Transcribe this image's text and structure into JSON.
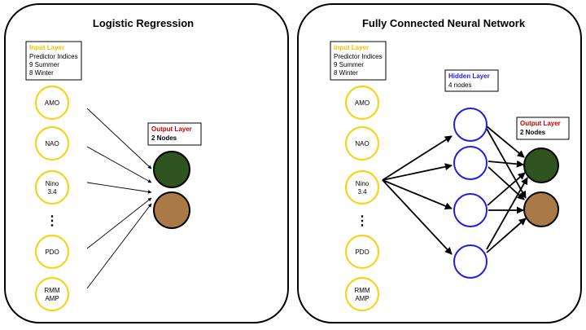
{
  "colors": {
    "input_title": "#f2c200",
    "hidden_title": "#1f1fdd",
    "output_title": "#cc0000",
    "input_node_stroke": "#f7d21e",
    "hidden_node_stroke": "#1f1fdd",
    "output_node_1": "#2f5321",
    "output_node_2": "#a97a45"
  },
  "left_panel": {
    "title": "Logistic Regression",
    "input_box": {
      "title": "Input Layer",
      "lines": [
        "Predictor Indices",
        "9 Summer",
        "8 Winter"
      ]
    },
    "output_box": {
      "title": "Output Layer",
      "detail": "2 Nodes"
    }
  },
  "right_panel": {
    "title": "Fully Connected Neural Network",
    "input_box": {
      "title": "Input Layer",
      "lines": [
        "Predictor Indices",
        "9 Summer",
        "8 Winter"
      ]
    },
    "hidden_box": {
      "title": "Hidden Layer",
      "detail": "4 nodes"
    },
    "output_box": {
      "title": "Output Layer",
      "detail": "2 Nodes"
    }
  },
  "input_nodes": [
    {
      "lines": [
        "AMO"
      ]
    },
    {
      "lines": [
        "NAO"
      ]
    },
    {
      "lines": [
        "Nino",
        "3.4"
      ]
    },
    {
      "lines": [
        "PDO"
      ]
    },
    {
      "lines": [
        "RMM",
        "AMP"
      ]
    }
  ],
  "ellipsis": "⋮"
}
